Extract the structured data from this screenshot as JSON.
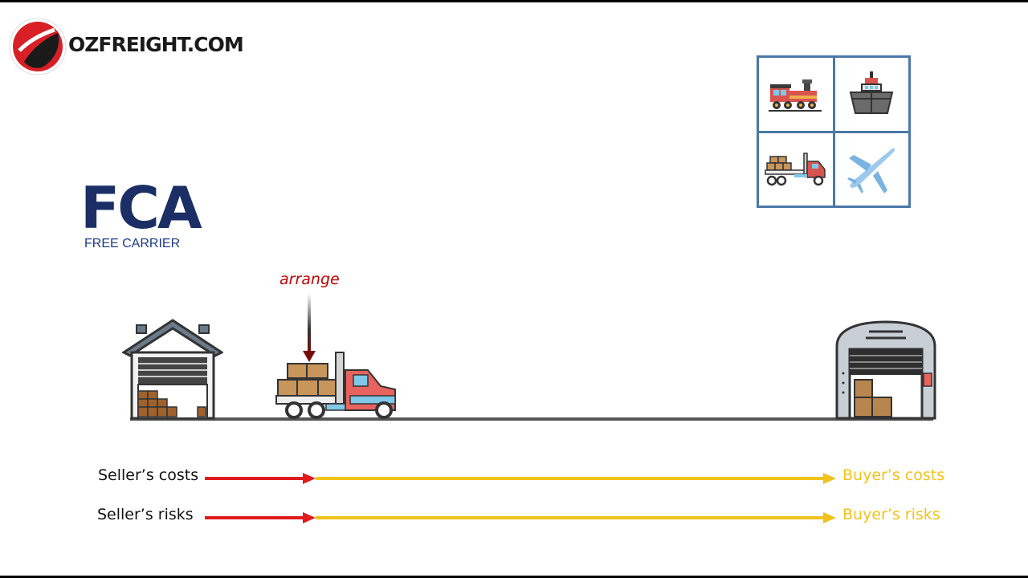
{
  "brand": {
    "name": "OZFREIGHT.COM"
  },
  "title": {
    "main": "FCA",
    "subtitle": "FREE CARRIER"
  },
  "annotation": {
    "arrange": "arrange"
  },
  "rows": [
    {
      "seller": "Seller’s costs",
      "buyer": "Buyer’s costs"
    },
    {
      "seller": "Seller’s risks",
      "buyer": "Buyer’s risks"
    }
  ],
  "transport_modes": [
    "train-icon",
    "ship-icon",
    "truck-icon",
    "airplane-icon"
  ],
  "colors": {
    "seller": "#e01b1b",
    "buyer": "#f2c21b",
    "title": "#1b2f66",
    "grid_border": "#4a78a8",
    "arrange": "#c00000"
  }
}
